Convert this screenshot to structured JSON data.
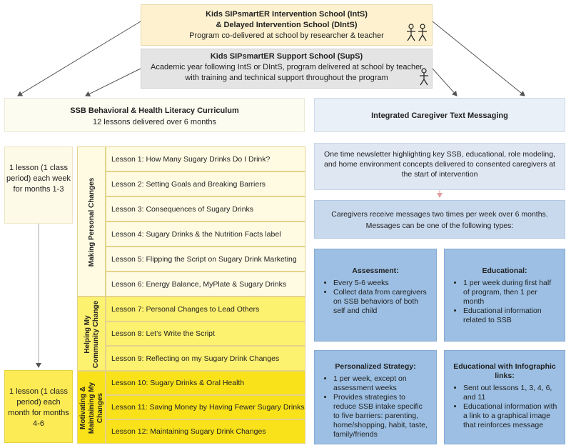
{
  "top_intervention": {
    "line1": "Kids SIPsmartER Intervention School (IntS)",
    "line2": "& Delayed Intervention School (DIntS)",
    "line3": "Program co-delivered at school by researcher & teacher"
  },
  "top_support": {
    "line1": "Kids SIPsmartER Support School (SupS)",
    "line2": "Academic year following IntS or DIntS, program delivered at school by teacher",
    "line3": "with training and technical support throughout the program"
  },
  "curriculum": {
    "title": "SSB Behavioral & Health Literacy Curriculum",
    "subtitle": "12 lessons delivered over 6 months"
  },
  "texting": {
    "title": "Integrated Caregiver Text Messaging"
  },
  "schedule": {
    "first": "1 lesson (1 class period) each week for months 1-3",
    "second": "1 lesson (1 class period) each month for months 4-6"
  },
  "groups": {
    "personal": "Making Personal Changes",
    "community_line1": "Helping My",
    "community_line2": "Community Change",
    "maintain_line1": "Motivating &",
    "maintain_line2": "Maintaining My",
    "maintain_line3": "Changes"
  },
  "lessons": [
    "Lesson 1: How Many Sugary Drinks Do I Drink?",
    "Lesson 2: Setting Goals and Breaking Barriers",
    "Lesson 3: Consequences of Sugary Drinks",
    "Lesson 4: Sugary Drinks & the Nutrition Facts label",
    "Lesson 5: Flipping the Script on Sugary Drink Marketing",
    "Lesson 6: Energy Balance, MyPlate & Sugary Drinks",
    "Lesson 7: Personal Changes to Lead Others",
    "Lesson 8: Let’s Write the Script",
    "Lesson 9: Reflecting on my Sugary Drink Changes",
    "Lesson 10: Sugary Drinks & Oral Health",
    "Lesson 11: Saving Money by Having Fewer Sugary Drinks",
    "Lesson 12: Maintaining Sugary Drink Changes"
  ],
  "newsletter": "One time newsletter highlighting key SSB, educational, role modeling, and home environment concepts delivered to consented caregivers at the start of intervention",
  "frequency": {
    "line1": "Caregivers receive messages two times per week over 6 months.",
    "line2": "Messages can be one of the following types:"
  },
  "message_types": {
    "assessment": {
      "title": "Assessment:",
      "bullets": [
        "Every 5-6 weeks",
        "Collect data from caregivers on SSB behaviors of both self and child"
      ]
    },
    "educational": {
      "title": "Educational:",
      "bullets": [
        "1 per week during first half of program, then 1 per month",
        "Educational information related to SSB"
      ]
    },
    "personalized": {
      "title": "Personalized Strategy:",
      "bullets": [
        "1 per week, except on assessment weeks",
        "Provides strategies to reduce SSB intake specific to five barriers: parenting, home/shopping, habit, taste, family/friends"
      ]
    },
    "infographic": {
      "title": "Educational with Infographic links:",
      "bullets": [
        "Sent out lessons 1, 3, 4, 6, and 11",
        "Educational information with a link to a graphical image that reinforces message"
      ]
    }
  },
  "colors": {
    "lesson_light": "#fffbe3",
    "lesson_mid": "#fdf170",
    "lesson_dark": "#f9e21a",
    "message_box": "#9cbfe3"
  }
}
